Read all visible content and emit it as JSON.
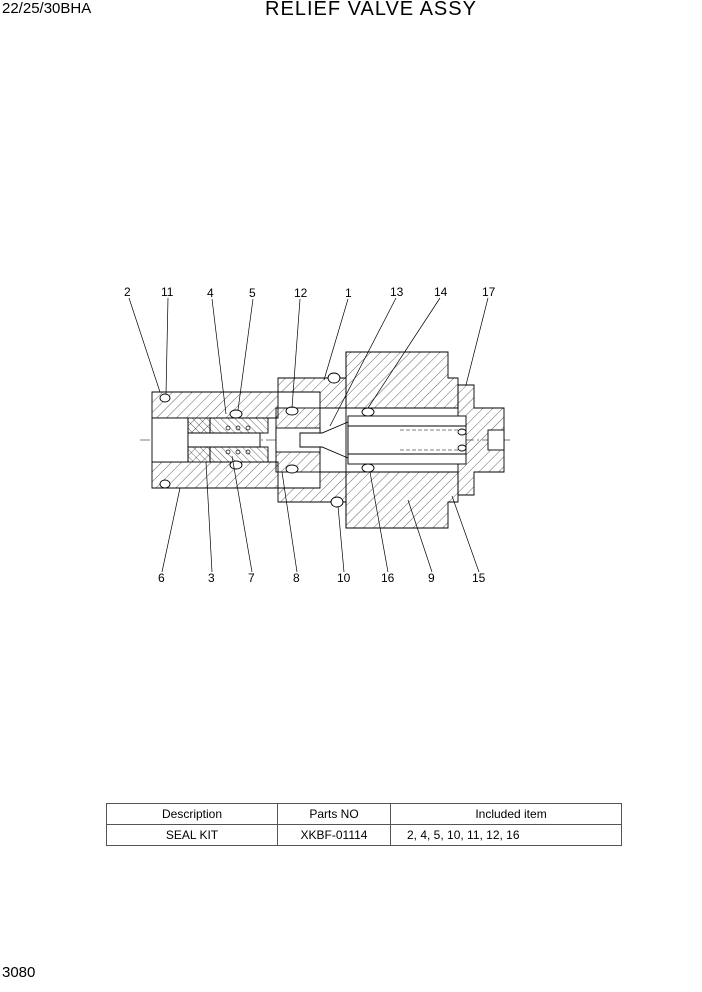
{
  "header": {
    "model": "22/25/30BHA",
    "title": "RELIEF VALVE ASSY"
  },
  "callouts_top": [
    "2",
    "11",
    "4",
    "5",
    "12",
    "1",
    "13",
    "14",
    "17"
  ],
  "callouts_bottom": [
    "6",
    "3",
    "7",
    "8",
    "10",
    "16",
    "9",
    "15"
  ],
  "table": {
    "headers": [
      "Description",
      "Parts NO",
      "Included item"
    ],
    "rows": [
      {
        "description": "SEAL KIT",
        "part_no": "XKBF-01114",
        "included": "2, 4, 5, 10, 11, 12, 16"
      }
    ]
  },
  "footer": {
    "page_number": "3080"
  }
}
